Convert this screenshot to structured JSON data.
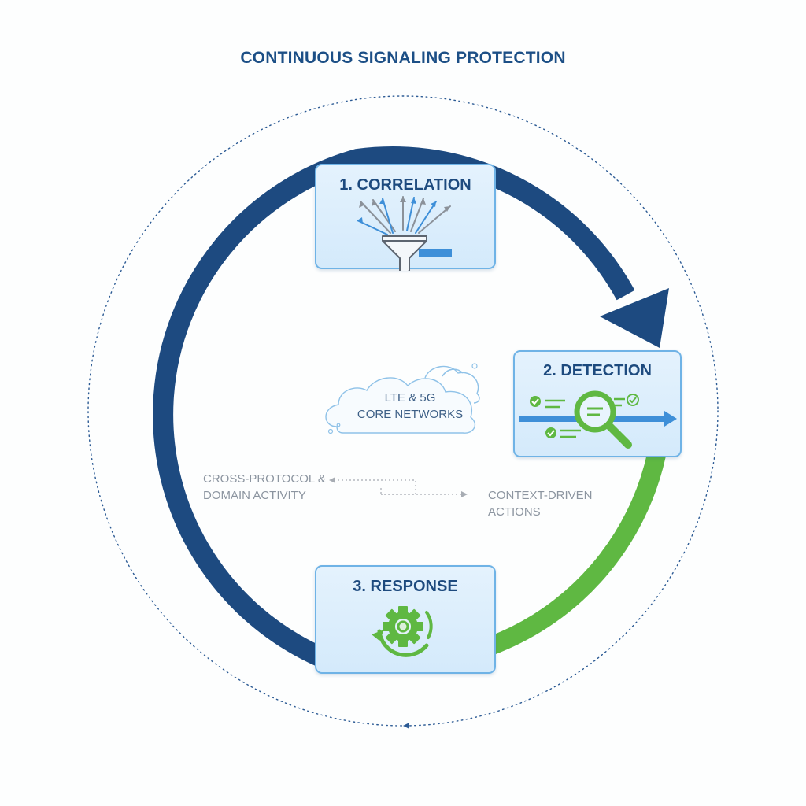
{
  "title": "CONTINUOUS SIGNALING PROTECTION",
  "steps": [
    {
      "label": "1. CORRELATION",
      "icon": "funnel-icon"
    },
    {
      "label": "2. DETECTION",
      "icon": "magnifier-icon"
    },
    {
      "label": "3. RESPONSE",
      "icon": "gear-cycle-icon"
    }
  ],
  "center": {
    "cloud_line1": "LTE & 5G",
    "cloud_line2": "CORE NETWORKS",
    "left_line1": "CROSS-PROTOCOL &",
    "left_line2": "DOMAIN ACTIVITY",
    "right_line1": "CONTEXT-DRIVEN",
    "right_line2": "ACTIONS"
  },
  "colors": {
    "navy": "#1d4a80",
    "green": "#5fb842",
    "light_blue": "#5aa7e0",
    "box_fill": "#d9edfc",
    "box_border": "#6fb3e6"
  }
}
